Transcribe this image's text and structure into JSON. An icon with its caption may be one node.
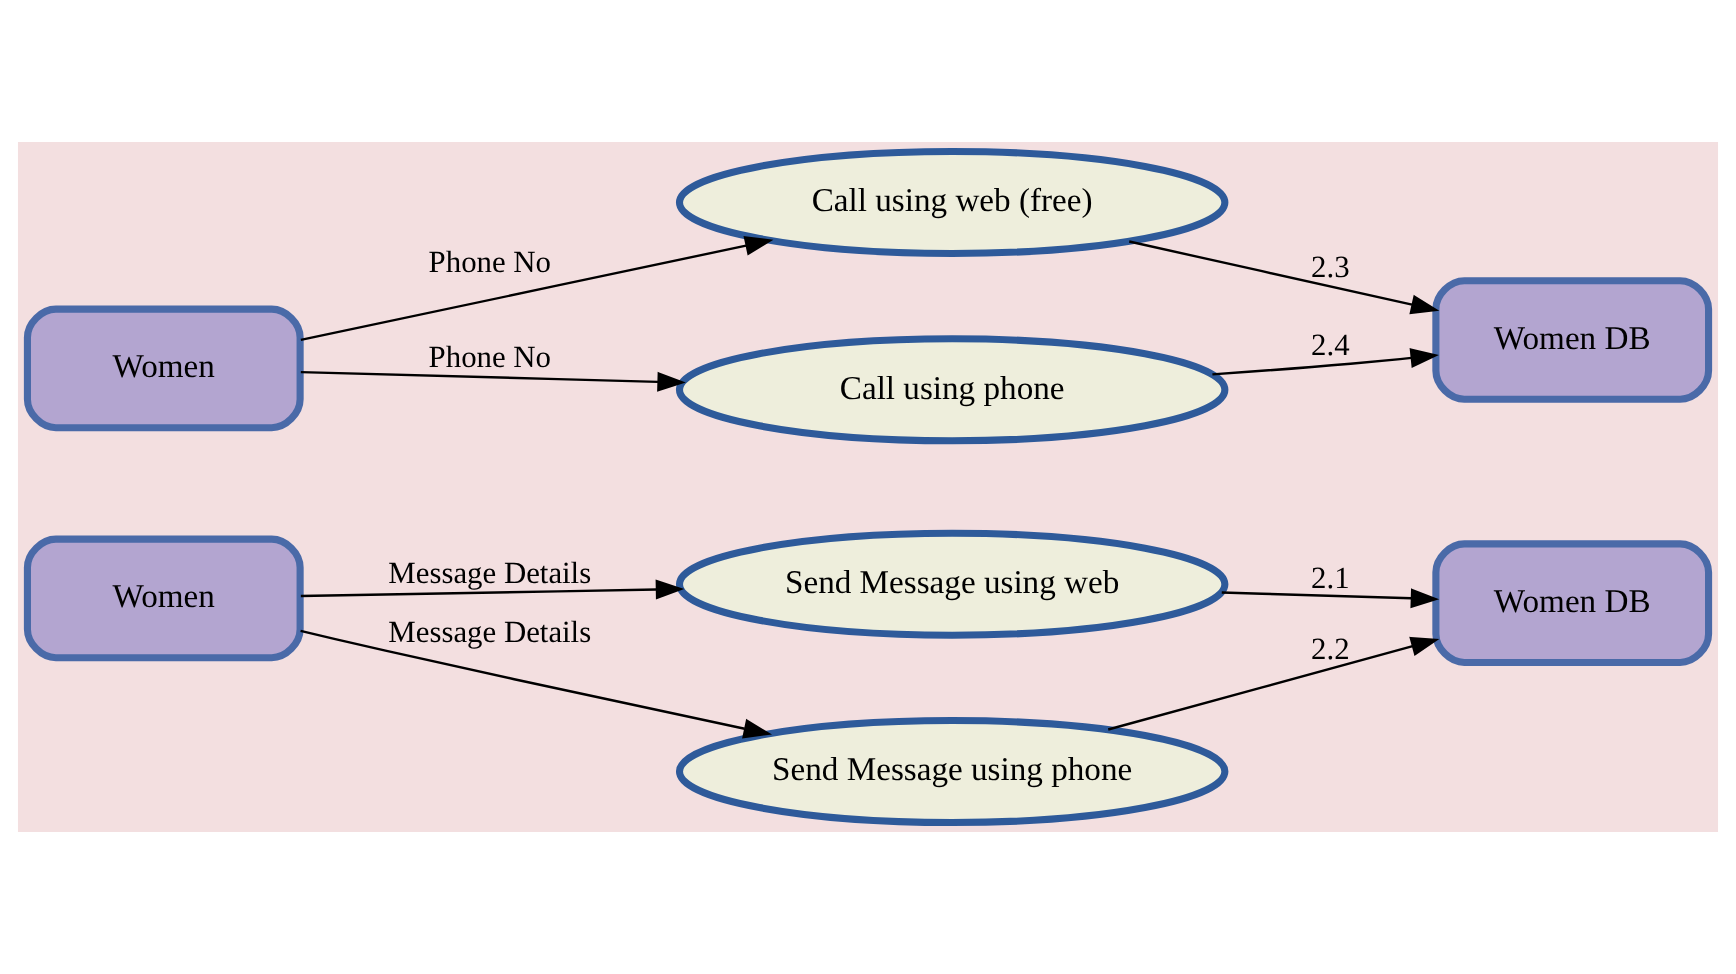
{
  "diagram": {
    "nodes": [
      {
        "text": [
          "Women"
        ]
      },
      {
        "text": [
          "Send Message using web"
        ]
      },
      {
        "text": [
          "Send Message using phone"
        ]
      },
      {
        "text": [
          "Women DB"
        ]
      },
      {
        "text": [
          "Women"
        ]
      },
      {
        "text": [
          "Call using web (free)"
        ]
      },
      {
        "text": [
          "Call using phone"
        ]
      },
      {
        "text": [
          "Women DB"
        ]
      }
    ],
    "edges": [
      {
        "from": 0,
        "to": 1,
        "arrow": "to",
        "label": "Message Details"
      },
      {
        "from": 0,
        "to": 2,
        "arrow": "to",
        "label": "Message Details"
      },
      {
        "from": 1,
        "to": 3,
        "arrow": "to",
        "label": "2.1"
      },
      {
        "from": 2,
        "to": 3,
        "arrow": "to",
        "label": "2.2"
      },
      {
        "from": 4,
        "to": 5,
        "arrow": "to",
        "label": "Phone No"
      },
      {
        "from": 4,
        "to": 6,
        "arrow": "to",
        "label": "Phone No"
      },
      {
        "from": 5,
        "to": 7,
        "arrow": "to",
        "label": "2.3"
      },
      {
        "from": 6,
        "to": 7,
        "arrow": "to",
        "label": "2.4"
      }
    ]
  }
}
